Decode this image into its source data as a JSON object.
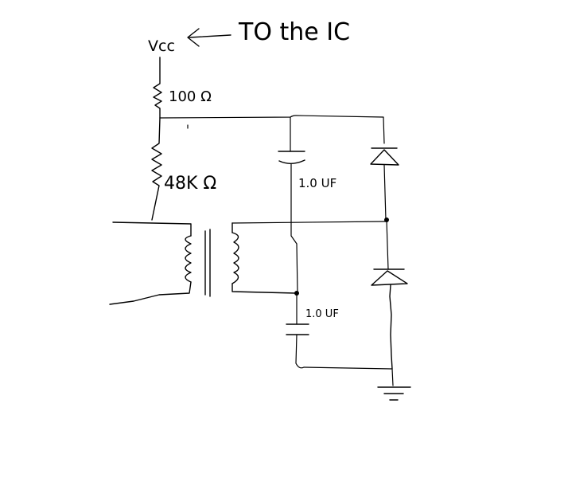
{
  "labels": {
    "vcc": "Vcc",
    "to_ic": "TO the IC",
    "r1": "100 Ω",
    "r2": "48K Ω",
    "c1": "1.0 UF",
    "c2": "1.0 UF"
  },
  "colors": {
    "ink": "#000000",
    "paper": "#ffffff"
  }
}
